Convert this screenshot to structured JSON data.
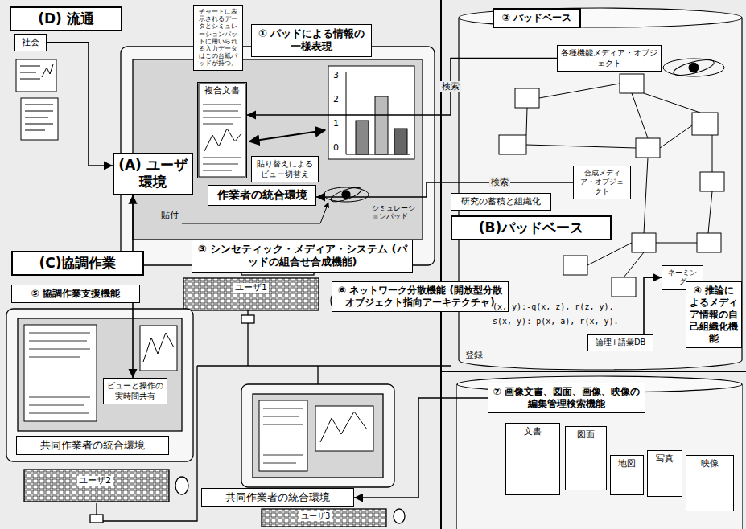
{
  "diagram": {
    "nodes": [
      {
        "text": [
          "(D) 流通"
        ]
      },
      {
        "text": [
          "社会"
        ]
      },
      {
        "text": [
          "チャートに表示されるデータとシミュレーションパットに用いられる入力データはこの台紙パッドが持つ。"
        ]
      },
      {
        "text": [
          "① パッドによる情報の一様表現"
        ]
      },
      {
        "text": [
          "複合文書"
        ]
      },
      {
        "text": [
          "貼り替えによるビュー切替え"
        ]
      },
      {
        "text": [
          "(A) ユーザ環境"
        ]
      },
      {
        "text": [
          "作業者の統合環境"
        ]
      },
      {
        "text": [
          "(C)協調作業"
        ]
      },
      {
        "text": [
          "③ シンセティック・メディア・システム (パッドの組合せ合成機能)"
        ]
      },
      {
        "text": [
          "⑤ 協調作業支援機能"
        ]
      },
      {
        "text": [
          "ビューと操作の実時間共有"
        ]
      },
      {
        "text": [
          "共同作業者の統合環境"
        ]
      },
      {
        "text": [
          "共同作業者の統合環境"
        ]
      },
      {
        "text": [
          "② パッドベース"
        ]
      },
      {
        "text": [
          "各種機能メディア・オブジェクト"
        ]
      },
      {
        "text": [
          "研究の蓄積と組織化"
        ]
      },
      {
        "text": [
          "合成メディア・オブジェクト"
        ]
      },
      {
        "text": [
          "(B)パッドベース"
        ]
      },
      {
        "text": [
          "ネーミング"
        ]
      },
      {
        "text": [
          "⑥ ネットワーク分散機能 (開放型分散オブジェクト指向アーキテクチャ)"
        ]
      },
      {
        "text": [
          "④ 推論によるメディア情報の自己組織化機能"
        ]
      },
      {
        "text": [
          "論理+語彙DB"
        ]
      },
      {
        "text": [
          "⑦ 画像文書、図面、画像、映像の編集管理検索機能"
        ]
      },
      {
        "text": [
          "文書"
        ]
      },
      {
        "text": [
          "図面"
        ]
      },
      {
        "text": [
          "地図"
        ]
      },
      {
        "text": [
          "写真"
        ]
      },
      {
        "text": [
          "映像"
        ]
      }
    ],
    "edges": [
      {
        "from": 1,
        "to": 6,
        "arrow": "to"
      },
      {
        "from": 8,
        "to": 6,
        "arrow": "to"
      },
      {
        "from": 10,
        "to": 11,
        "arrow": "to"
      },
      {
        "from": 15,
        "to": 4,
        "label": "検索",
        "arrow": "to"
      },
      {
        "from": 17,
        "to": 7,
        "label": "検索",
        "arrow": "to"
      },
      {
        "from": 22,
        "to": 19,
        "arrow": "to"
      },
      {
        "from": 23,
        "to": 13,
        "arrow": "to"
      }
    ],
    "labels": [
      "3",
      "2",
      "1",
      "0",
      "シミュレーションパッド",
      "貼付",
      "ユーザ1",
      "ユーザ2",
      "ユーザ3",
      "(x, y):-q(x, z), r(z, y).",
      "s(x, y):-p(x, a), r(x, y).",
      "登録"
    ]
  }
}
